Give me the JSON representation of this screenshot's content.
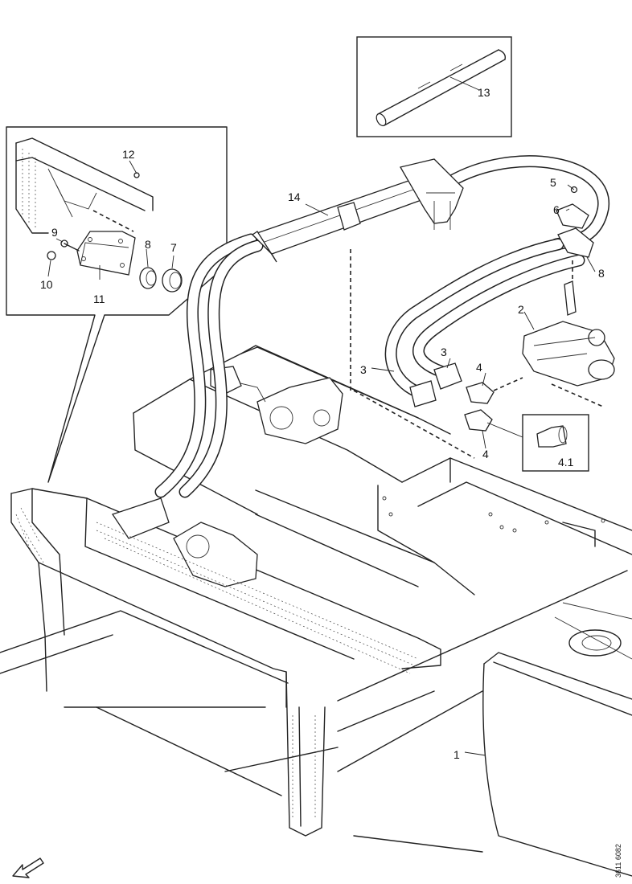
{
  "diagram": {
    "callouts": {
      "c1": "1",
      "c2": "2",
      "c3a": "3",
      "c3b": "3",
      "c4a": "4",
      "c4b": "4",
      "c4_1": "4.1",
      "c5": "5",
      "c6": "6",
      "c7": "7",
      "c8a": "8",
      "c8b": "8",
      "c9": "9",
      "c10": "10",
      "c11": "11",
      "c12": "12",
      "c13": "13",
      "c14": "14"
    },
    "reference_code": "3611 6082"
  }
}
